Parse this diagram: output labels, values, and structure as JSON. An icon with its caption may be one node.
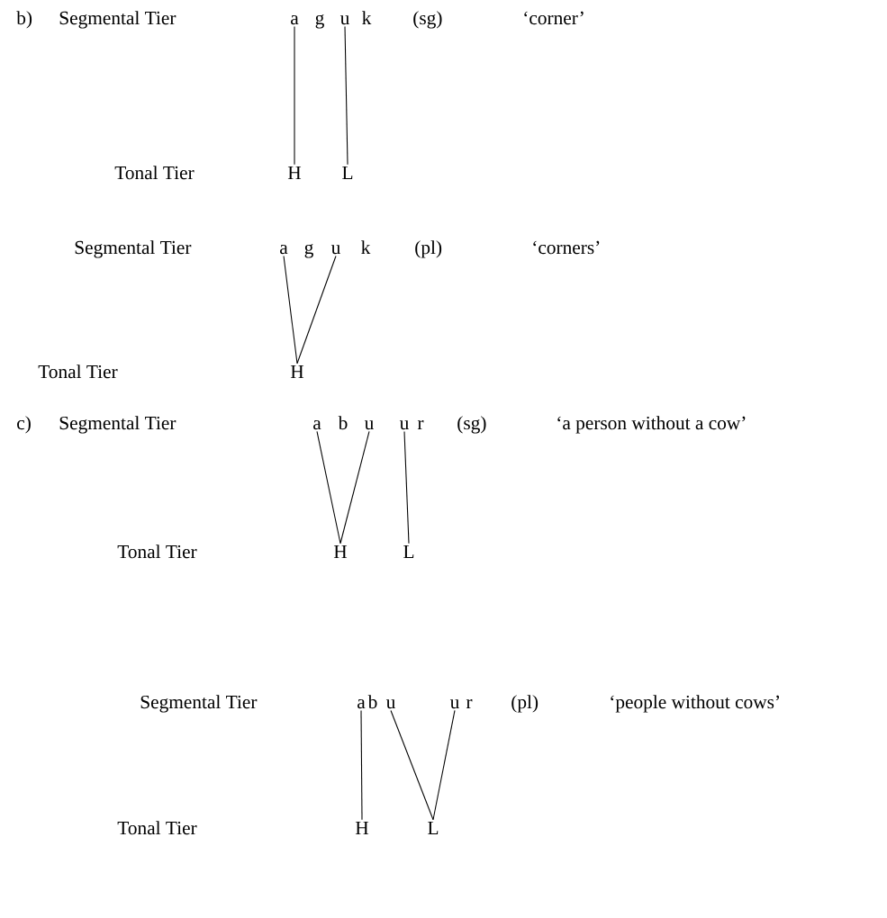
{
  "diagram": {
    "nodes": [
      {
        "text": [
          "a"
        ]
      },
      {
        "text": [
          "u"
        ]
      },
      {
        "text": [
          "H"
        ]
      },
      {
        "text": [
          "L"
        ]
      },
      {
        "text": [
          "a"
        ]
      },
      {
        "text": [
          "u"
        ]
      },
      {
        "text": [
          "H"
        ]
      },
      {
        "text": [
          "a"
        ]
      },
      {
        "text": [
          "u"
        ]
      },
      {
        "text": [
          "u"
        ]
      },
      {
        "text": [
          "H"
        ]
      },
      {
        "text": [
          "L"
        ]
      },
      {
        "text": [
          "a"
        ]
      },
      {
        "text": [
          "u"
        ]
      },
      {
        "text": [
          "u"
        ]
      },
      {
        "text": [
          "H"
        ]
      },
      {
        "text": [
          "L"
        ]
      }
    ],
    "edges": [
      {
        "from": 0,
        "to": 2,
        "arrow": "none"
      },
      {
        "from": 1,
        "to": 3,
        "arrow": "none"
      },
      {
        "from": 4,
        "to": 6,
        "arrow": "none"
      },
      {
        "from": 5,
        "to": 6,
        "arrow": "none"
      },
      {
        "from": 7,
        "to": 10,
        "arrow": "none"
      },
      {
        "from": 8,
        "to": 10,
        "arrow": "none"
      },
      {
        "from": 9,
        "to": 11,
        "arrow": "none"
      },
      {
        "from": 12,
        "to": 15,
        "arrow": "none"
      },
      {
        "from": 13,
        "to": 16,
        "arrow": "none"
      },
      {
        "from": 14,
        "to": 16,
        "arrow": "none"
      }
    ],
    "labels": [
      "b)",
      "Segmental Tier",
      "g",
      "k",
      "(sg)",
      "‘corner’",
      "Tonal Tier",
      "Segmental Tier",
      "g",
      "k",
      "(pl)",
      "‘corners’",
      "Tonal Tier",
      "c)",
      "Segmental Tier",
      "b",
      "r",
      "(sg)",
      "‘a person without a cow’",
      "Tonal Tier",
      "Segmental Tier",
      "b",
      "r",
      "(pl)",
      "‘people without cows’",
      "Tonal Tier"
    ]
  }
}
